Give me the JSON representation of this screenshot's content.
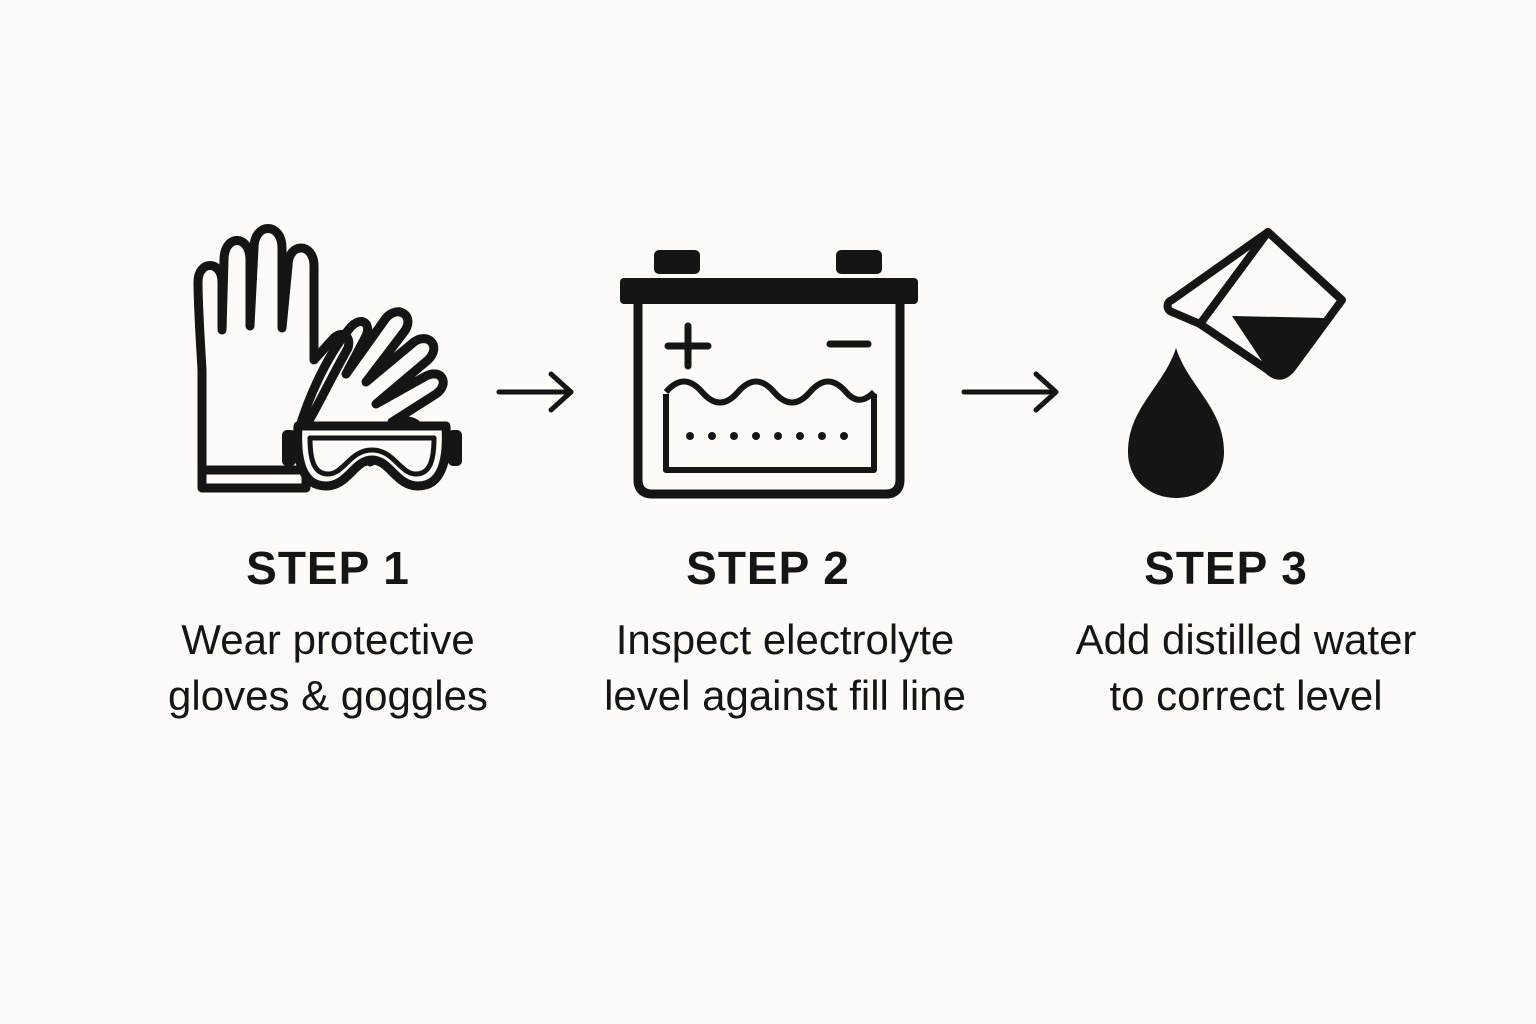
{
  "steps": [
    {
      "title": "STEP 1",
      "description": [
        "Wear protective",
        "gloves & goggles"
      ],
      "icon": "gloves-goggles-icon"
    },
    {
      "title": "STEP 2",
      "description": [
        "Inspect electrolyte",
        "level against fill line"
      ],
      "icon": "battery-electrolyte-icon"
    },
    {
      "title": "STEP 3",
      "description": [
        "Add distilled water",
        "to correct level"
      ],
      "icon": "water-pour-icon"
    }
  ],
  "connectors": [
    "right-arrow-icon",
    "right-arrow-icon"
  ],
  "colors": {
    "background": "#fcfbf7",
    "ink": "#151515"
  }
}
